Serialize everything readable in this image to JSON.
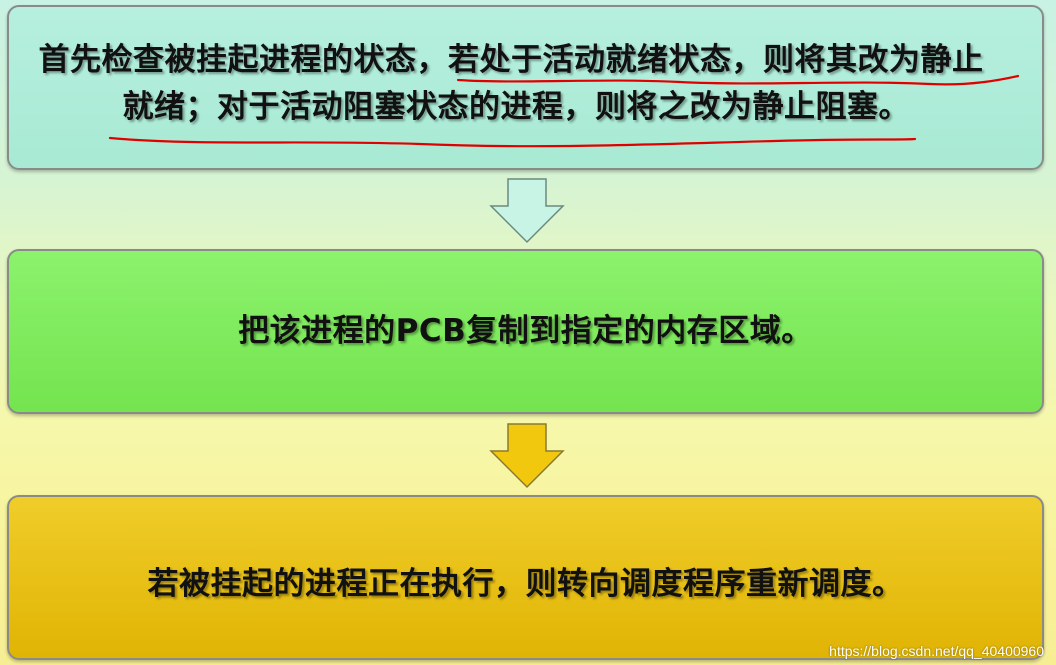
{
  "steps": [
    {
      "line1": "首先检查被挂起进程的状态，若处于活动就绪状态，则将其改为静止",
      "line2": "就绪；对于活动阻塞状态的进程，则将之改为静止阻塞。",
      "fill": "#a8ead4"
    },
    {
      "text": "把该进程的PCB复制到指定的内存区域。",
      "fill": "#7eeb58"
    },
    {
      "text": "若被挂起的进程正在执行，则转向调度程序重新调度。",
      "fill": "#e8c012"
    }
  ],
  "arrows": [
    {
      "fill": "#c8f4e6"
    },
    {
      "fill": "#f2c80e"
    }
  ],
  "annotation_color": "#e00000",
  "watermark": "https://blog.csdn.net/qq_40400960"
}
